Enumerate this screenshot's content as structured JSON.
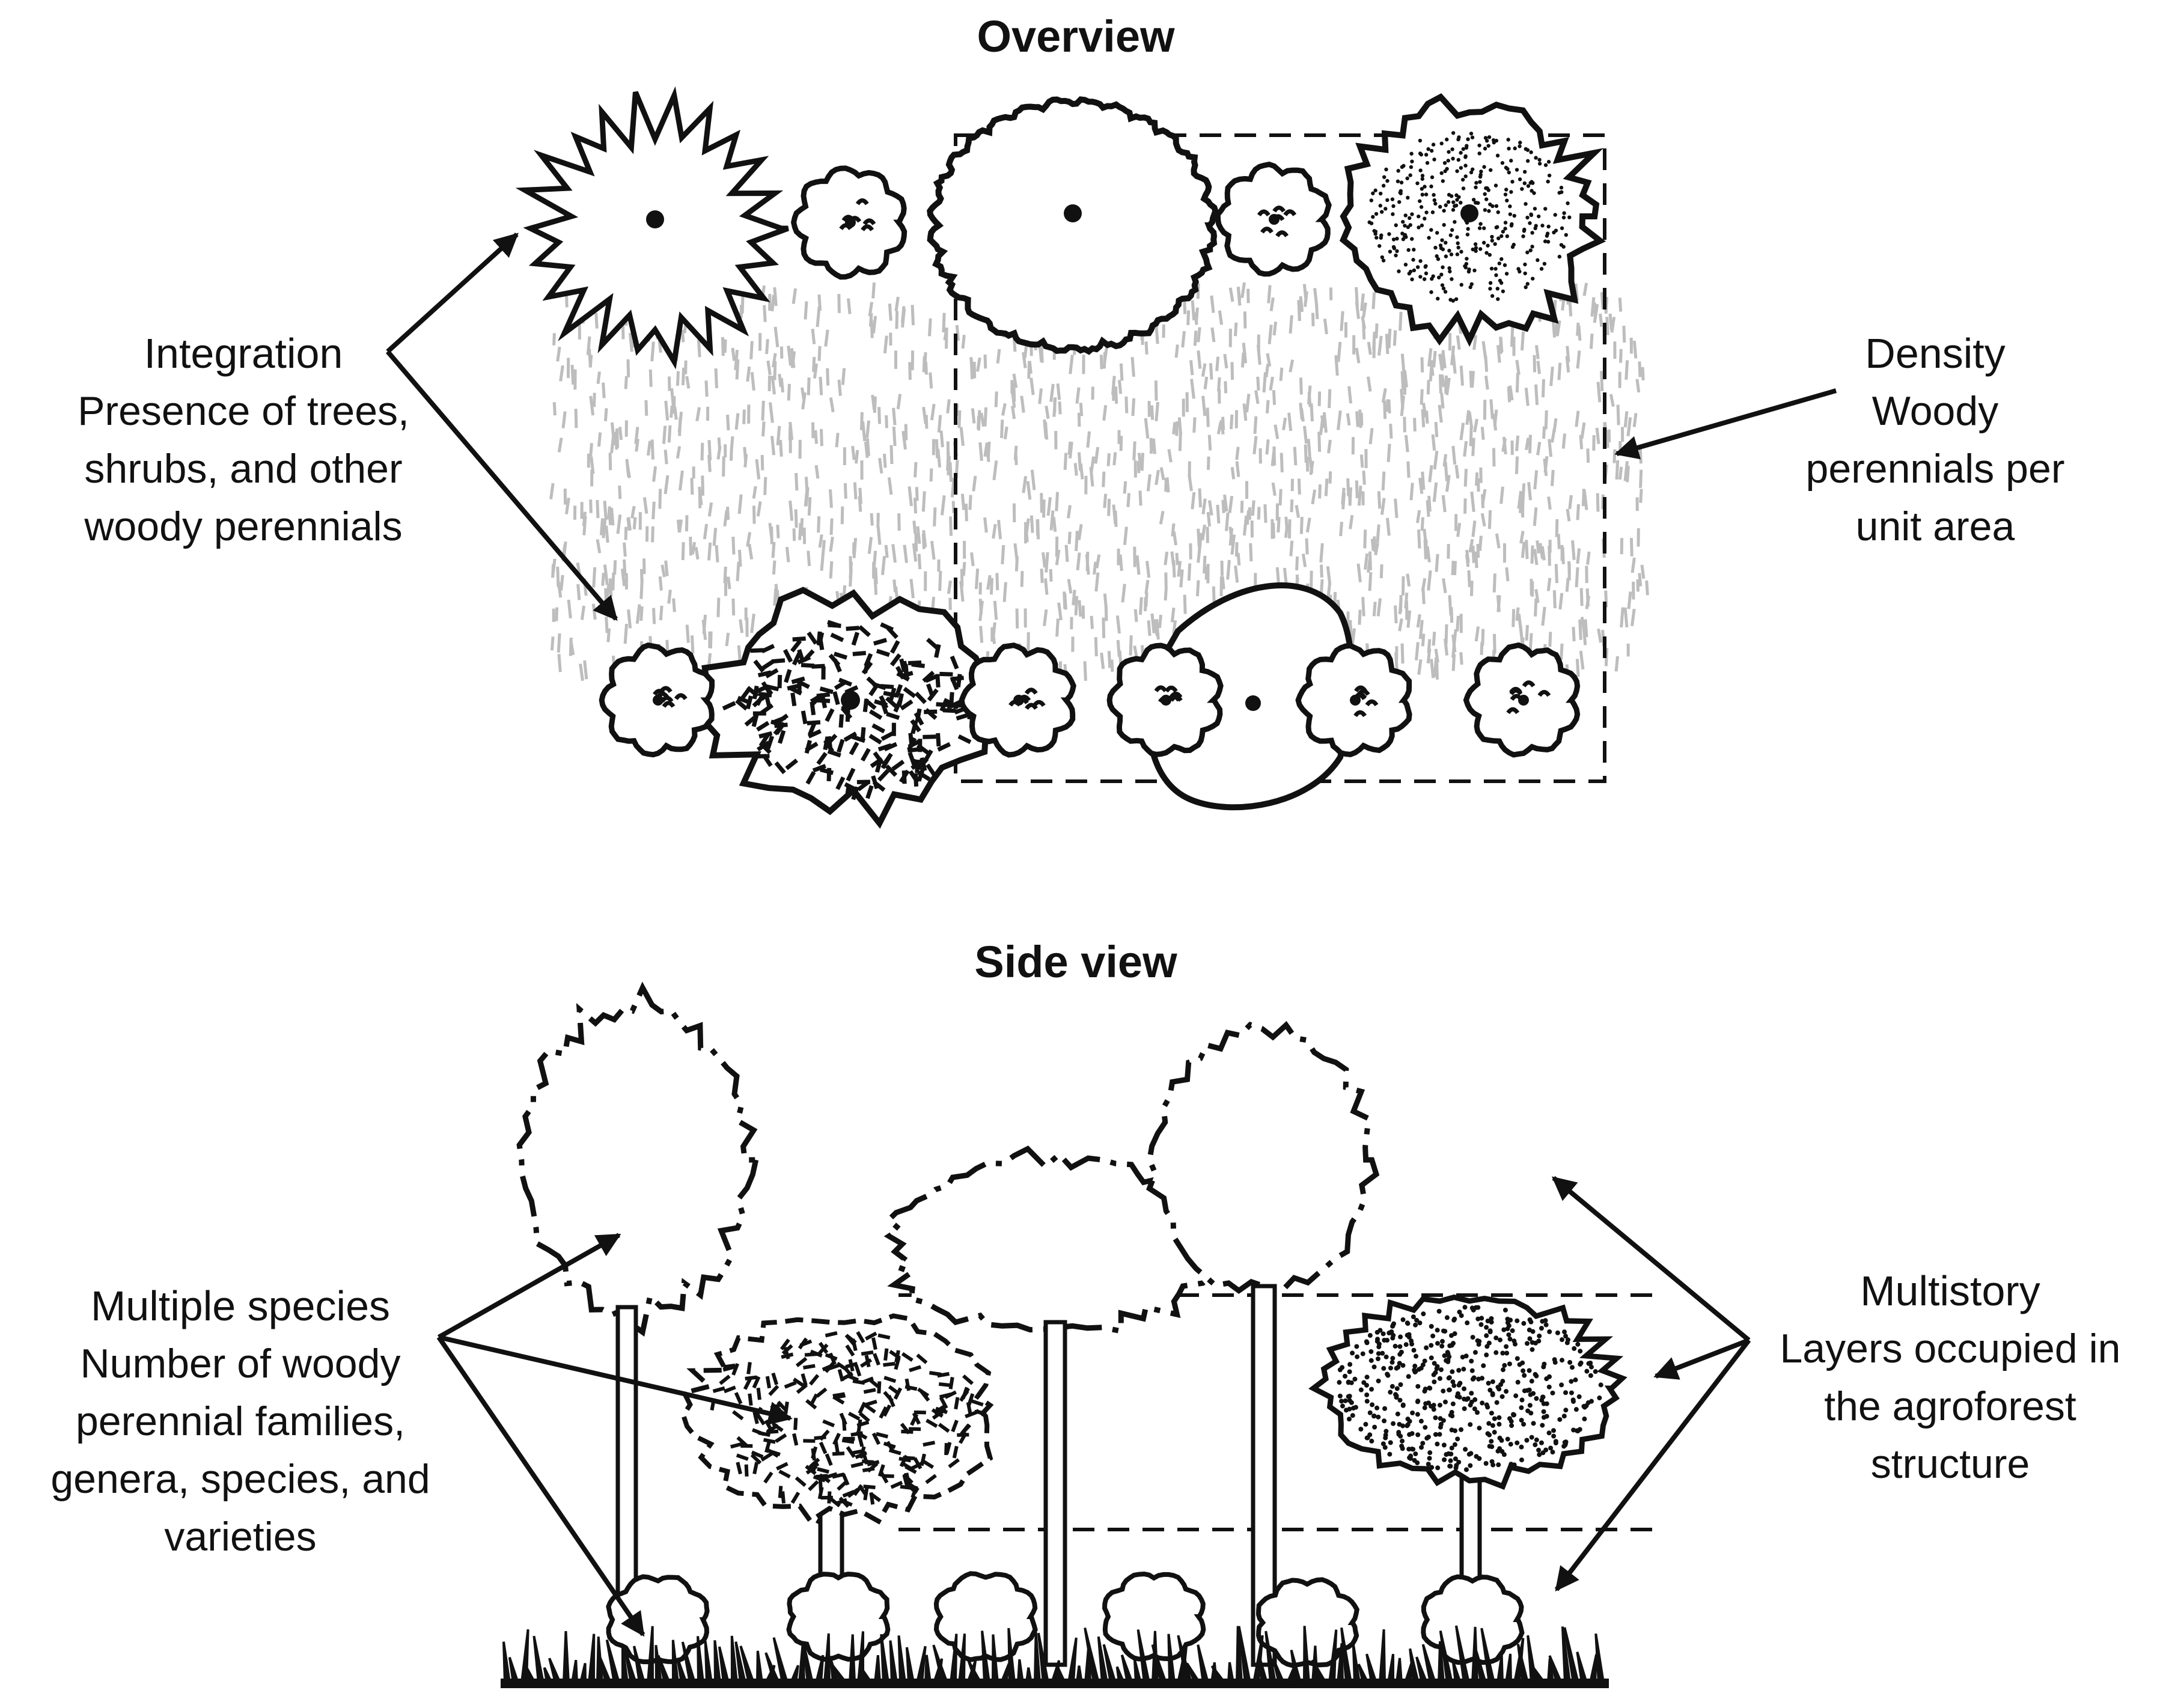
{
  "overview": {
    "title": "Overview"
  },
  "side_view": {
    "title": "Side view"
  },
  "integration": {
    "heading": "Integration",
    "lines": [
      "Presence of trees,",
      "shrubs, and other",
      "woody perennials"
    ]
  },
  "density": {
    "heading": "Density",
    "lines": [
      "Woody",
      "perennials per",
      "unit area"
    ]
  },
  "multiple_species": {
    "heading": "Multiple species",
    "lines": [
      "Number of woody",
      "perennial families,",
      "genera, species, and",
      "varieties"
    ]
  },
  "multistory": {
    "heading": "Multistory",
    "lines": [
      "Layers occupied in",
      "the agroforest",
      "structure"
    ]
  },
  "colors": {
    "ink": "#111111",
    "grass": "#bdbdbd",
    "faint": "#cfcfcf"
  }
}
